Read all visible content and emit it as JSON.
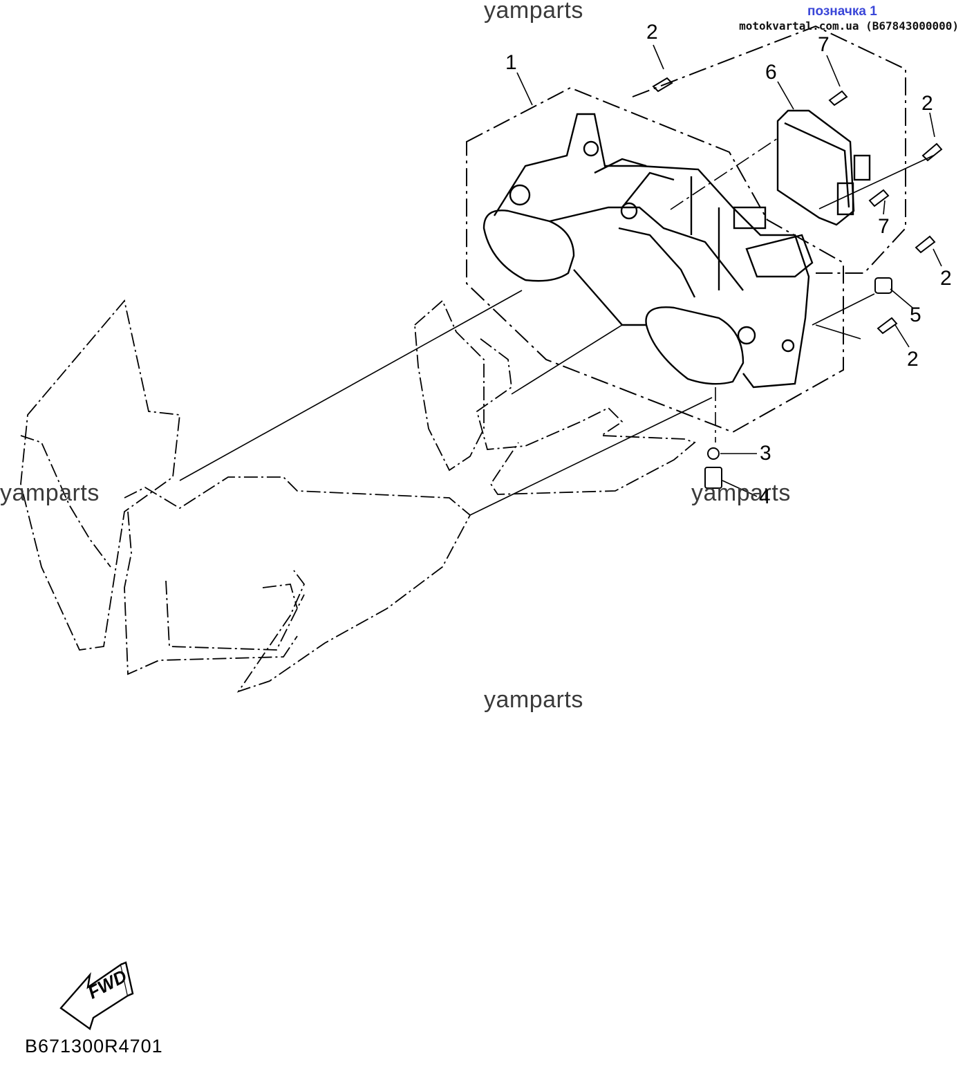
{
  "header": {
    "bookmark_label": "позначка 1",
    "source_text": "motokvartal.com.ua (B67843000000)"
  },
  "watermarks": [
    "yamparts",
    "yamparts",
    "yamparts",
    "yamparts"
  ],
  "callouts": [
    "1",
    "2",
    "6",
    "7",
    "2",
    "7",
    "2",
    "5",
    "2",
    "3",
    "4"
  ],
  "fwd_label": "FWD",
  "diagram_code": "B671300R4701",
  "icons": {
    "fwd_arrow": "forward-arrow-icon"
  }
}
